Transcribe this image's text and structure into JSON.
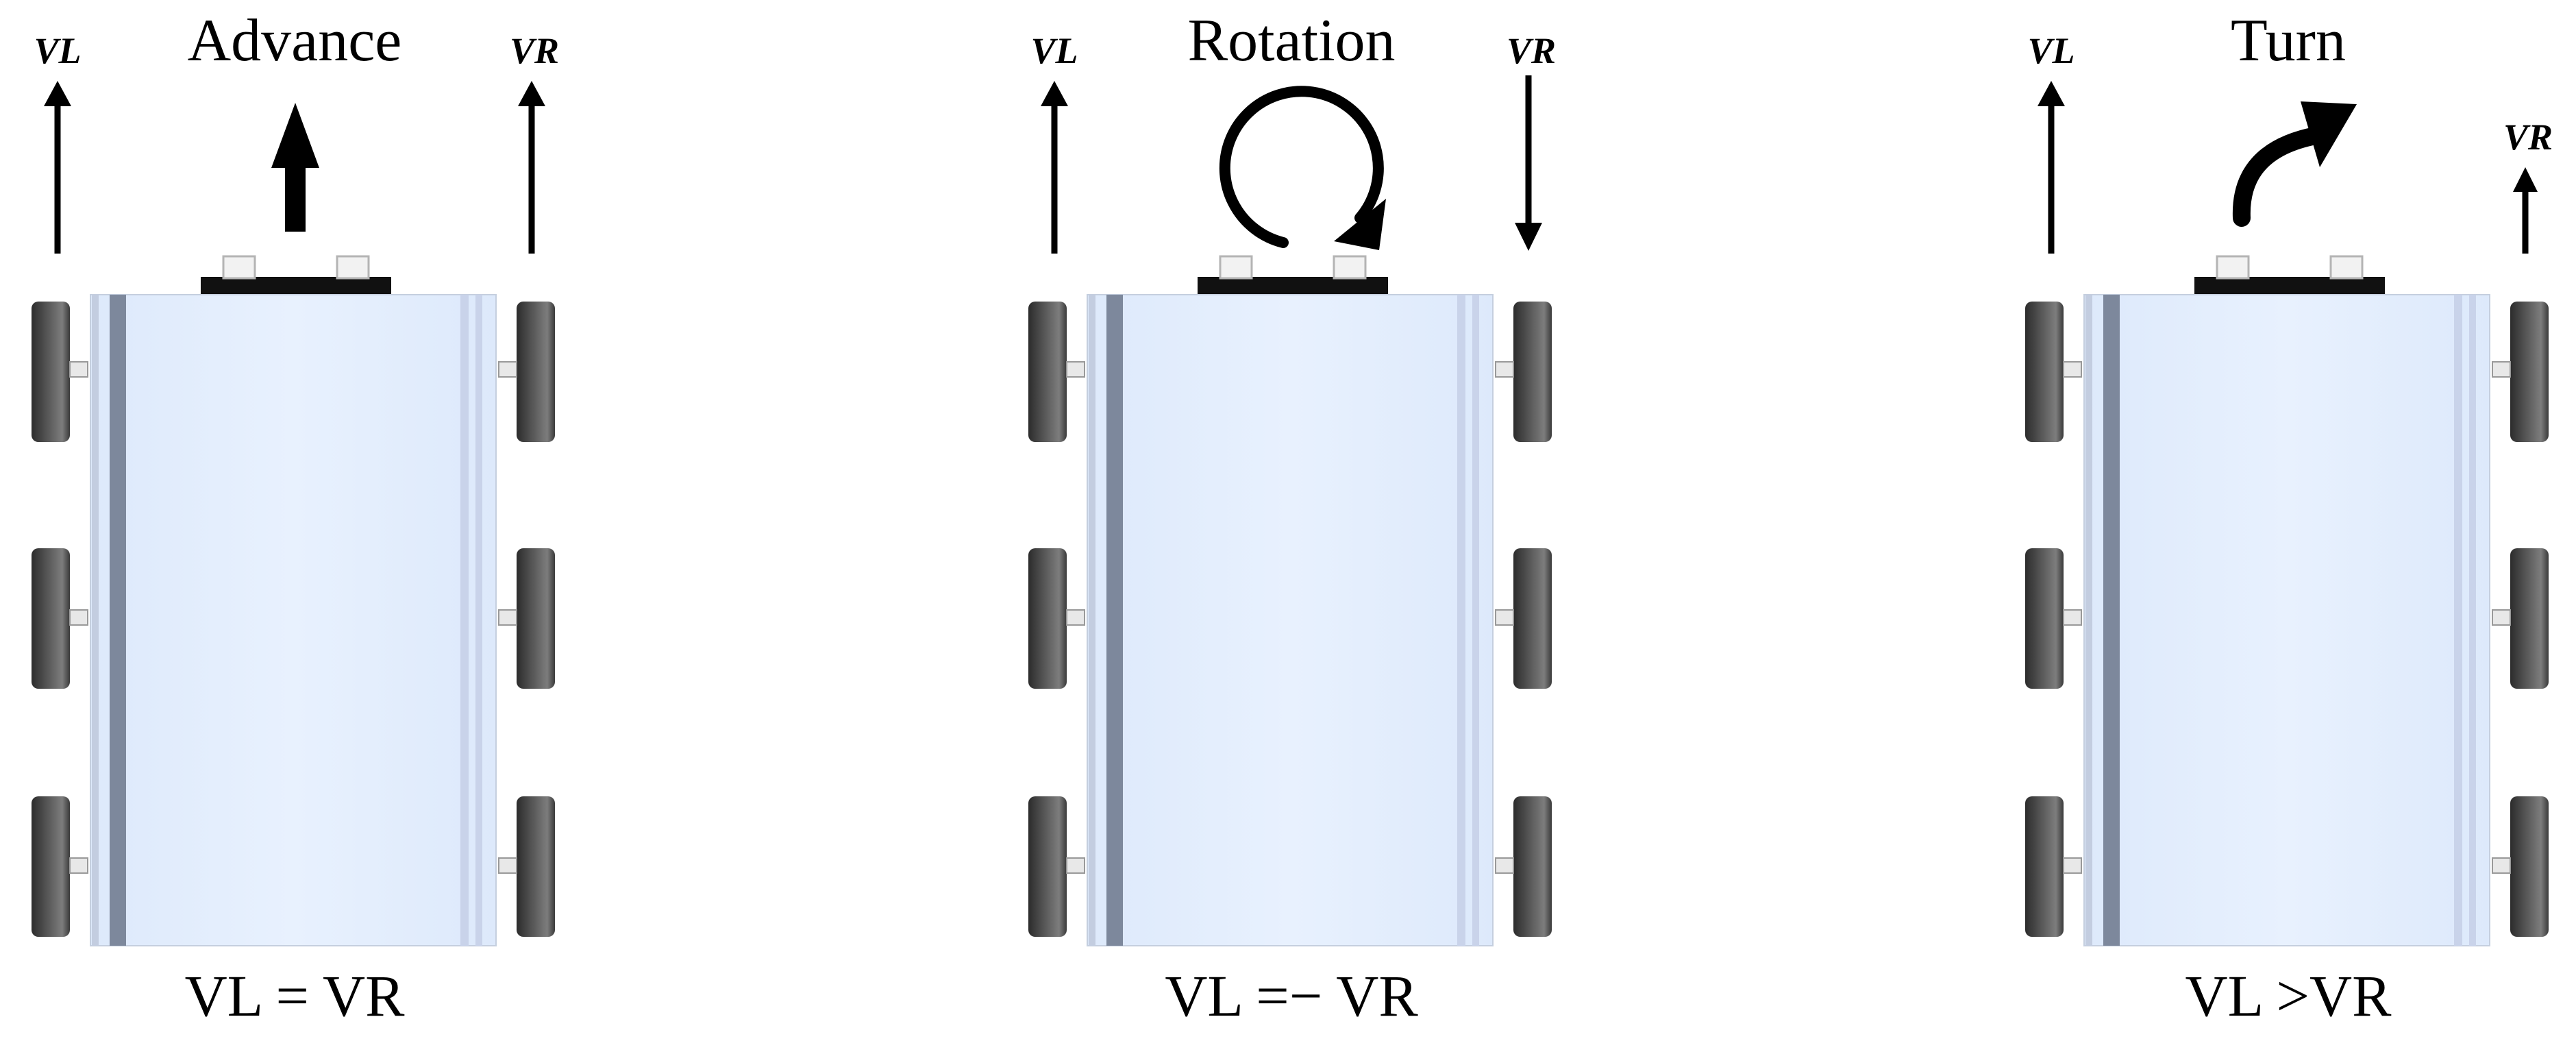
{
  "panels": [
    {
      "title": "Advance",
      "formula": "VL = VR",
      "left_label": "VL",
      "right_label": "VR",
      "motion": "advance"
    },
    {
      "title": "Rotation",
      "formula": "VL =− VR",
      "left_label": "VL",
      "right_label": "VR",
      "motion": "rotation"
    },
    {
      "title": "Turn",
      "formula": "VL >VR",
      "left_label": "VL",
      "right_label": "VR",
      "motion": "turn"
    }
  ],
  "colors": {
    "body_fill": "#e4effd",
    "rail_dark": "#7c879b",
    "wheel_dark": "#3a3a3a",
    "wheel_light": "#8a8a8a",
    "arrow": "#000000"
  }
}
